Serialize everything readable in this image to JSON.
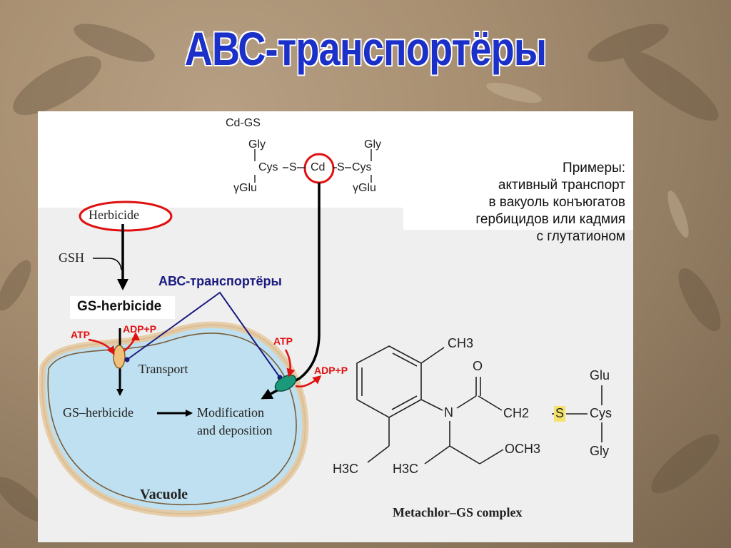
{
  "slide": {
    "title": "АВС-транспортёры"
  },
  "top_structure": {
    "label": "Cd-GS",
    "left_gly": "Gly",
    "left_cys": "Cys",
    "left_glu": "γGlu",
    "s1": "S",
    "cd": "Cd",
    "s2": "S",
    "right_gly": "Gly",
    "right_cys": "Cys",
    "right_glu": "γGlu"
  },
  "note": {
    "lines": [
      "Примеры:",
      "активный транспорт",
      "в вакуоль конъюгатов",
      "гербицидов или кадмия",
      "с глутатионом"
    ]
  },
  "pathway": {
    "herbicide": "Herbicide",
    "gsh": "GSH",
    "gs_herbicide_box": "GS-herbicide",
    "abc_label": "АВС-транспортёры",
    "atp_left": "ATP",
    "adp_left": "ADP+P",
    "atp_right": "ATP",
    "adp_right": "ADP+P",
    "transport": "Transport",
    "gs_herbicide_inside": "GS–herbicide",
    "modification_1": "Modification",
    "modification_2": "and deposition",
    "vacuole": "Vacuole"
  },
  "metachlor": {
    "ch3_top": "CH3",
    "o": "O",
    "n": "N",
    "ch2": "CH2",
    "s": "S",
    "glu": "Glu",
    "cys": "Cys",
    "gly": "Gly",
    "och3": "OCH3",
    "h3c_left": "H3C",
    "h3c_mid": "H3C",
    "caption": "Metachlor–GS complex"
  },
  "colors": {
    "title": "#1a30c8",
    "highlight_red": "#e01010",
    "abc_blue": "#1a1a80",
    "vacuole_fill": "#bfe0f0",
    "vacuole_rim": "#e6c9a0",
    "transporter_left": "#f0c07a",
    "transporter_right": "#1a9a7a",
    "s_highlight": "#f5e26a"
  }
}
